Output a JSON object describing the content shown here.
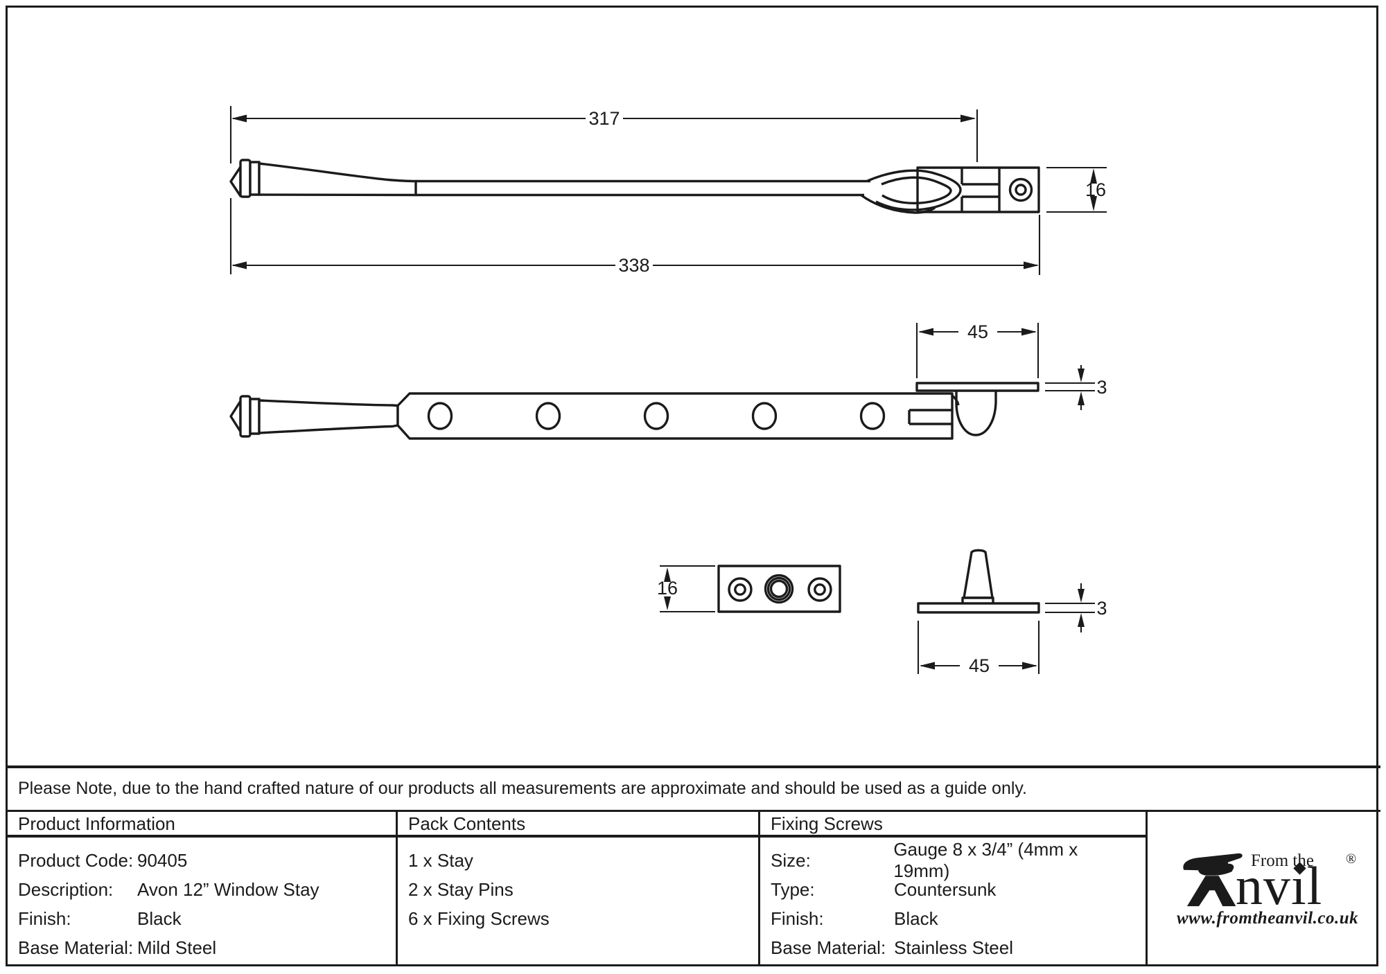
{
  "colors": {
    "line": "#1b1b1b",
    "background": "#ffffff"
  },
  "drawings": {
    "side_view": {
      "dim_length_to_pivot": "317",
      "dim_overall_length": "338",
      "dim_height": "16"
    },
    "plan_view": {
      "dim_keeper_width": "45",
      "dim_keeper_thickness": "3"
    },
    "pin_plate_top_view": {
      "dim_plate_height": "16"
    },
    "pin_side_view": {
      "dim_plate_thickness": "3",
      "dim_plate_width": "45"
    }
  },
  "note": "Please Note, due to the hand crafted nature of our products all measurements are approximate and should be used as a guide only.",
  "table": {
    "product_information": {
      "header": "Product Information",
      "rows": [
        {
          "label": "Product Code:",
          "value": "90405"
        },
        {
          "label": "Description:",
          "value": "Avon 12” Window Stay"
        },
        {
          "label": "Finish:",
          "value": "Black"
        },
        {
          "label": "Base Material:",
          "value": "Mild Steel"
        }
      ]
    },
    "pack_contents": {
      "header": "Pack Contents",
      "items": [
        "1 x Stay",
        "2 x Stay Pins",
        "6 x Fixing Screws"
      ]
    },
    "fixing_screws": {
      "header": "Fixing Screws",
      "rows": [
        {
          "label": "Size:",
          "value": "Gauge 8 x 3/4” (4mm x 19mm)"
        },
        {
          "label": "Type:",
          "value": "Countersunk"
        },
        {
          "label": "Finish:",
          "value": "Black"
        },
        {
          "label": "Base Material:",
          "value": "Stainless Steel"
        }
      ]
    }
  },
  "logo": {
    "tagline": "From the",
    "brand_name": "Anvil",
    "brand_text_after_icon": "nvıl",
    "registered": "®",
    "url": "www.fromtheanvil.co.uk"
  }
}
